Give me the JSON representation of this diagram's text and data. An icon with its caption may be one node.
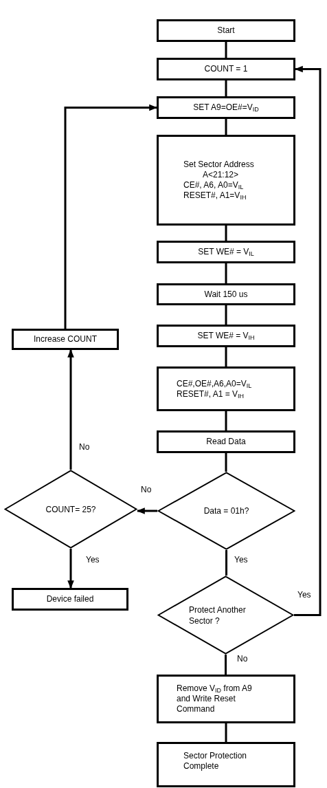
{
  "diagram": {
    "nodes": [
      {
        "text": [
          "Start"
        ]
      },
      {
        "text": [
          "COUNT = 1"
        ]
      },
      {
        "text": [
          "SET A9=OE#=V$_{ID}$"
        ]
      },
      {
        "text": [
          "Set Sector Address",
          "A<21:12>",
          "CE#, A6, A0=V$_{IL}$",
          "RESET#, A1=V$_{IH}$"
        ]
      },
      {
        "text": [
          "SET WE# = V$_{IL}$"
        ]
      },
      {
        "text": [
          "Wait 150 us"
        ]
      },
      {
        "text": [
          "SET WE# = V$_{IH}$"
        ]
      },
      {
        "text": [
          "CE#,OE#,A6,A0=V$_{IL}$",
          "RESET#, A1 = V$_{IH}$"
        ]
      },
      {
        "text": [
          "Read Data"
        ]
      },
      {
        "text": [
          "Increase COUNT"
        ]
      },
      {
        "text": [
          "COUNT= 25?"
        ]
      },
      {
        "text": [
          "Data = 01h?"
        ]
      },
      {
        "text": [
          "Device failed"
        ]
      },
      {
        "text": [
          "Protect Another Sector ?"
        ]
      },
      {
        "text": [
          "Remove V$_{ID}$ from A9 and Write Reset Command"
        ]
      },
      {
        "text": [
          "Sector Protection Complete"
        ]
      }
    ],
    "edges": [
      {
        "from": 0,
        "to": 1,
        "arrow": "none"
      },
      {
        "from": 1,
        "to": 2,
        "arrow": "none"
      },
      {
        "from": 2,
        "to": 3,
        "arrow": "none"
      },
      {
        "from": 3,
        "to": 4,
        "arrow": "none"
      },
      {
        "from": 4,
        "to": 5,
        "arrow": "none"
      },
      {
        "from": 5,
        "to": 6,
        "arrow": "none"
      },
      {
        "from": 6,
        "to": 7,
        "arrow": "none"
      },
      {
        "from": 7,
        "to": 8,
        "arrow": "none"
      },
      {
        "from": 8,
        "to": 11,
        "arrow": "none"
      },
      {
        "from": 11,
        "to": 10,
        "arrow": "to",
        "label": "No"
      },
      {
        "from": 10,
        "to": 9,
        "arrow": "to",
        "label": "No"
      },
      {
        "from": 9,
        "to": 2,
        "arrow": "to"
      },
      {
        "from": 10,
        "to": 12,
        "arrow": "to",
        "label": "Yes"
      },
      {
        "from": 11,
        "to": 13,
        "arrow": "none",
        "label": "Yes"
      },
      {
        "from": 13,
        "to": 1,
        "arrow": "to",
        "label": "Yes"
      },
      {
        "from": 13,
        "to": 14,
        "arrow": "none",
        "label": "No"
      },
      {
        "from": 14,
        "to": 15,
        "arrow": "none"
      }
    ]
  }
}
